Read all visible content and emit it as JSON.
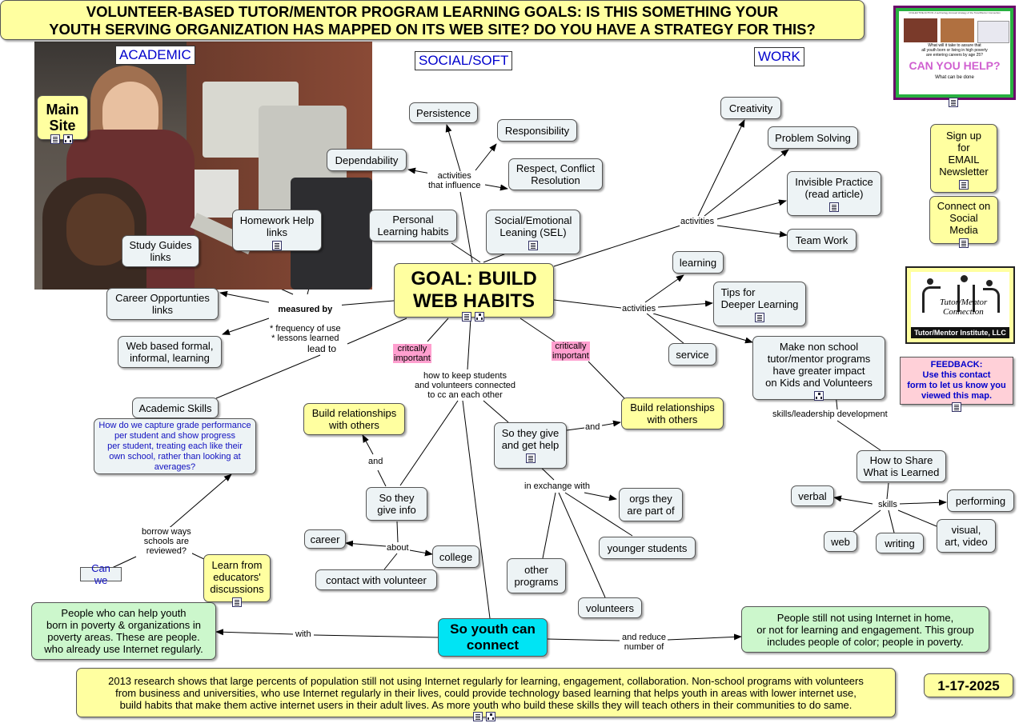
{
  "title": {
    "line1": "VOLUNTEER-BASED TUTOR/MENTOR PROGRAM LEARNING GOALS: IS THIS SOMETHING YOUR",
    "line2": "YOUTH SERVING ORGANIZATION HAS MAPPED ON ITS WEB SITE? DO YOU HAVE A STRATEGY FOR THIS?"
  },
  "headers": {
    "academic": "ACADEMIC",
    "social": "SOCIAL/SOFT",
    "work": "WORK"
  },
  "main_site": "Main\nSite",
  "goal": "GOAL: BUILD\nWEB HABITS",
  "nodes": {
    "persistence": "Persistence",
    "responsibility": "Responsibility",
    "dependability": "Dependability",
    "respect": "Respect, Conflict\nResolution",
    "personal_habits": "Personal\nLearning habits",
    "sel": "Social/Emotional\nLeaning (SEL)",
    "homework": "Homework Help\nlinks",
    "study": "Study Guides\nlinks",
    "career_links": "Career Opportunties\nlinks",
    "web_based": "Web based formal,\ninformal, learning",
    "academic_skills": "Academic Skills",
    "grade_question": "How do we capture grade performance\nper student and show progress\nper student, treating each like their\nown school, rather than looking at\naverages?",
    "creativity": "Creativity",
    "problem_solving": "Problem Solving",
    "invisible_practice": "Invisible Practice\n(read article)",
    "team_work": "Team Work",
    "learning": "learning",
    "tips": "Tips for\nDeeper Learning",
    "service": "service",
    "make_non_school": "Make non school\ntutor/mentor programs\nhave greater impact\non Kids and Volunteers",
    "how_share": "How to Share\nWhat is Learned",
    "verbal": "verbal",
    "performing": "performing",
    "web": "web",
    "writing": "writing",
    "visual": "visual,\nart, video",
    "build_rel_left": "Build relationships\nwith others",
    "build_rel_right": "Build relationships\nwith others",
    "so_give_get": "So they give\nand get help",
    "so_give_info": "So they\ngive info",
    "orgs": "orgs they\nare part of",
    "younger": "younger students",
    "other_programs": "other\nprograms",
    "volunteers": "volunteers",
    "career": "career",
    "college": "college",
    "contact_volunteer": "contact with volunteer",
    "learn_educators": "Learn from\neducators'\ndiscussions",
    "can_we": "Can we",
    "people_help": "People who can help youth\nborn in poverty & organizations in\npoverty areas. These are people.\nwho already use Internet regularly.",
    "so_youth": "So youth can\nconnect",
    "people_not": "People still not using Internet in home,\nor not for learning and engagement. This group\nincludes people of color; people in poverty.",
    "research": "2013 research shows that large percents of population still not using Internet regularly for learning, engagement, collaboration.  Non-school programs with volunteers\nfrom business and universities, who use Internet regularly in their lives, could provide technology based learning that helps youth in areas with lower internet use,\nbuild habits that make them active internet users in their adult lives.  As more youth who build these skills they will teach others in their communities to do same.",
    "date": "1-17-2025",
    "sign_up": "Sign up\nfor\nEMAIL\nNewsletter",
    "connect_social": "Connect on\nSocial\nMedia",
    "feedback": "FEEDBACK:\nUse this contact\nform to let us know you\nviewed this map."
  },
  "labels": {
    "activities_influence": "activities\nthat influence",
    "activities_work": "activities",
    "activities_right": "activities",
    "measured_by_bold": "measured by",
    "measured_by_rest": "* frequency of use\n* lessons learned",
    "lead_to": "lead to",
    "critically_left": "critcally\nimportant",
    "critically_right": "critically\nimportant",
    "how_keep": "how to keep students\nand volunteers connected\nto cc an each other",
    "and_left": "and",
    "and_right": "and",
    "in_exchange": "in exchange with",
    "about": "about",
    "borrow": "borrow ways\nschools are\nreviewed?",
    "with": "with",
    "and_reduce": "and reduce\nnumber of",
    "skills_leadership": "skills/leadership development",
    "skills": "skills"
  },
  "thumbnail": {
    "header": "COLLECTIVE ACTION: A technology-focused strategy of the Tutor/Mentor Connection",
    "question": "What will it take to assure that\nall youth born or living in high poverty\nare entering careers by age 25?",
    "cta": "CAN YOU HELP?",
    "sub": "What can be done"
  },
  "logo": {
    "line1": "Tutor/Mentor",
    "line2": "Connection",
    "footer": "Tutor/Mentor Institute, LLC"
  },
  "colors": {
    "node_bg": "#edf3f5",
    "yellow": "#ffffa0",
    "green": "#ccf7cc",
    "cyan": "#00e4f4",
    "pink": "#ff9fcf",
    "header_blue": "#0000cc"
  }
}
